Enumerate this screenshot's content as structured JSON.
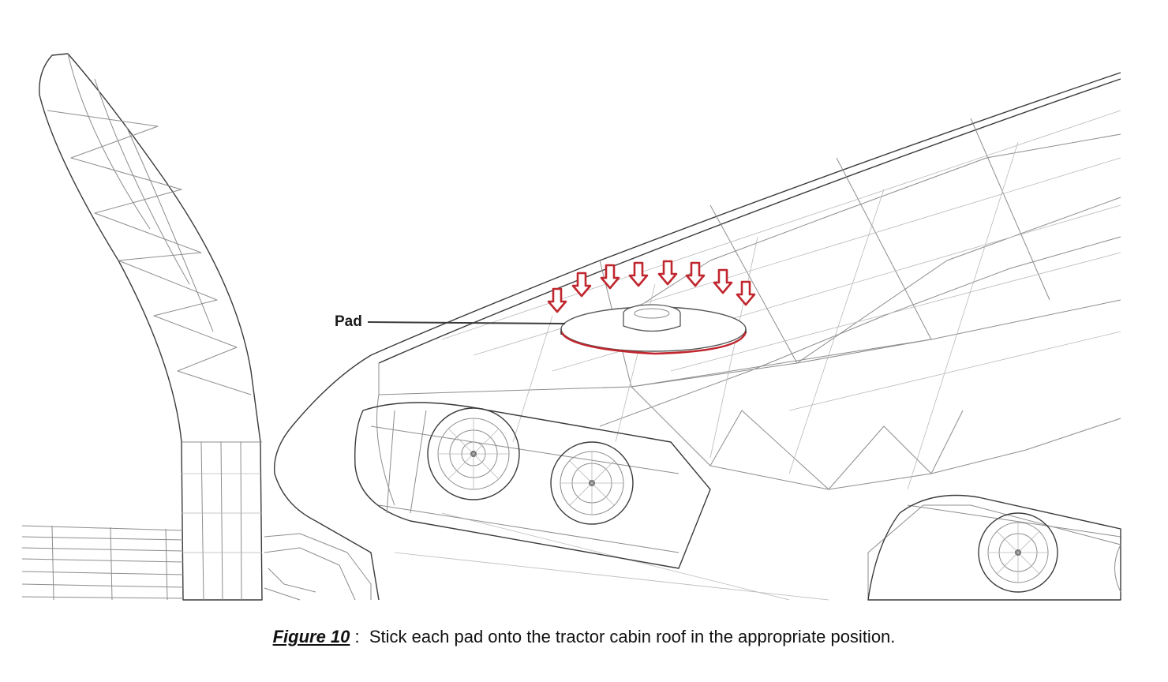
{
  "figure": {
    "callout_label": "Pad",
    "icons": [
      "press-down-arrow-icon"
    ],
    "colors": {
      "arrow": "#c0262d",
      "line": "#3b3b3b",
      "wire": "#8d8d8d"
    }
  },
  "caption": {
    "number": "Figure 10",
    "separator": " :",
    "text": "Stick each pad onto the tractor cabin roof in the appropriate position."
  }
}
